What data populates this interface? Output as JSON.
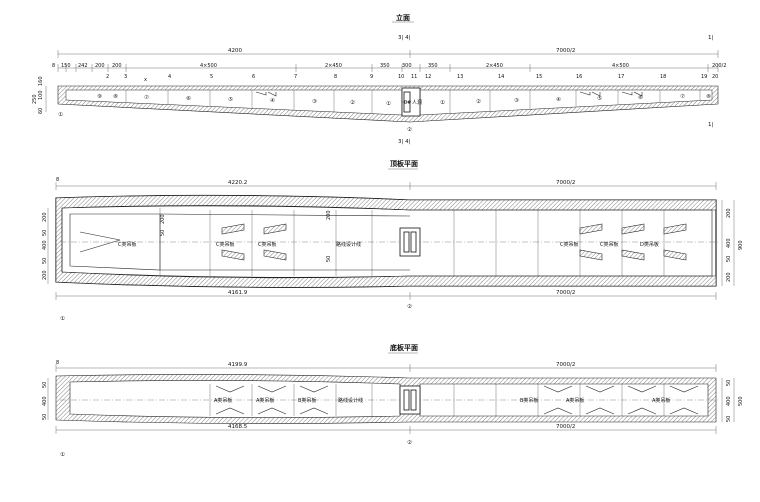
{
  "titles": {
    "elevation": "立面",
    "top_plan": "顶板平面",
    "bottom_plan": "底板平面"
  },
  "section_marks": {
    "top_left": "3| 4|",
    "top_right": "1|",
    "bottom_left": "3| 4|",
    "bottom_right": "1|",
    "circle_mid": "②",
    "circle_left": "①"
  },
  "elevation": {
    "total_left": "4200",
    "total_right": "7000/2",
    "top_mid": "300",
    "right_end": "200/2",
    "dims_left": [
      "8",
      "150",
      "242",
      "200",
      "200",
      "4×500",
      "2×450",
      "350"
    ],
    "dims_right": [
      "350",
      "2×450",
      "4×500"
    ],
    "node_numbers": [
      "2",
      "3",
      "4",
      "5",
      "6",
      "7",
      "8",
      "9",
      "10",
      "11",
      "12",
      "13",
      "14",
      "15",
      "16",
      "17",
      "18",
      "19",
      "20"
    ],
    "node_x": "x",
    "segment_labels_left": [
      "⑨",
      "⑧",
      "⑦",
      "⑥",
      "⑤",
      "④",
      "③",
      "②",
      "①"
    ],
    "segment_labels_right": [
      "①",
      "②",
      "③",
      "④",
      "⑤",
      "⑥",
      "⑦",
      "⑧"
    ],
    "center_label": "0#",
    "center_block": "人洞",
    "vertical_dims": [
      "250",
      "100",
      "160",
      "60"
    ]
  },
  "top_plan": {
    "total_top": "4220.2",
    "total_top_right": "7000/2",
    "total_bottom": "4161.9",
    "total_bottom_right": "7000/2",
    "left_mark": "8",
    "right_dims": [
      "200",
      "400",
      "50",
      "200"
    ],
    "right_total": "900",
    "left_dims": [
      "200",
      "50",
      "400",
      "50",
      "200"
    ],
    "inner_dims": [
      "200",
      "50",
      "200",
      "50"
    ],
    "center_label": "路线设计线",
    "plate_labels_left": [
      "C类吊板",
      "C类吊板",
      "C类吊板"
    ],
    "plate_labels_right": [
      "C类吊板",
      "C类吊板",
      "D类吊板"
    ]
  },
  "bottom_plan": {
    "total_top": "4199.9",
    "total_top_right": "7000/2",
    "total_bottom": "4168.5",
    "total_bottom_right": "7000/2",
    "left_mark": "8",
    "right_dims": [
      "50",
      "400",
      "50"
    ],
    "right_total": "500",
    "left_dims": [
      "50",
      "400",
      "50"
    ],
    "center_label": "路线设计线",
    "plate_labels_left": [
      "A类吊板",
      "A类吊板",
      "B类吊板"
    ],
    "plate_labels_right": [
      "B类吊板",
      "A类吊板",
      "A类吊板"
    ]
  }
}
